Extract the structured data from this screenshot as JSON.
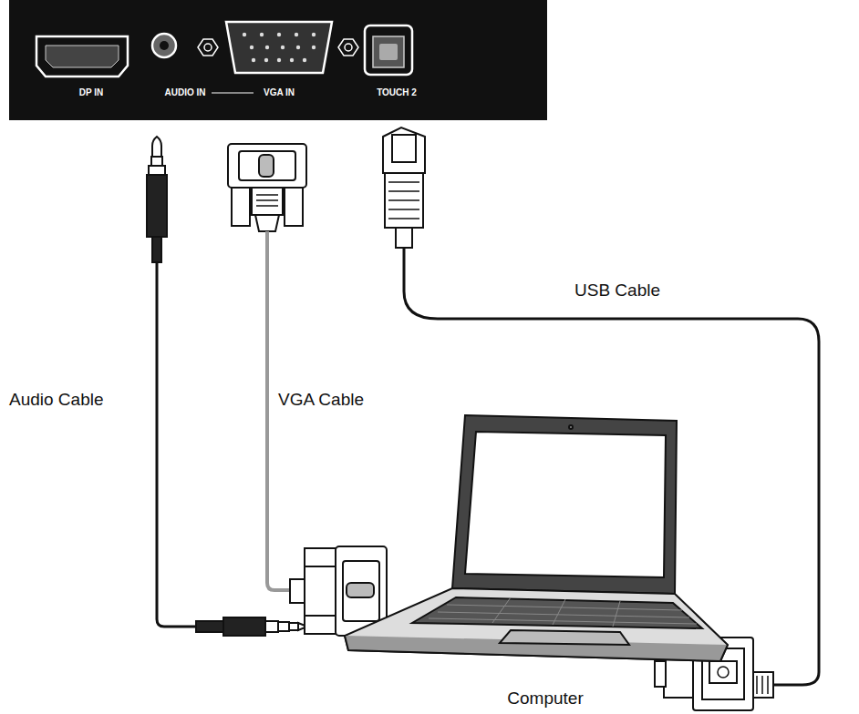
{
  "diagram": {
    "nodes": [
      {
        "text": [
          "DP IN",
          "AUDIO IN",
          "VGA IN",
          "TOUCH 2"
        ]
      }
    ],
    "labels": [
      "USB Cable",
      "Audio Cable",
      "VGA Cable",
      "Computer"
    ]
  }
}
